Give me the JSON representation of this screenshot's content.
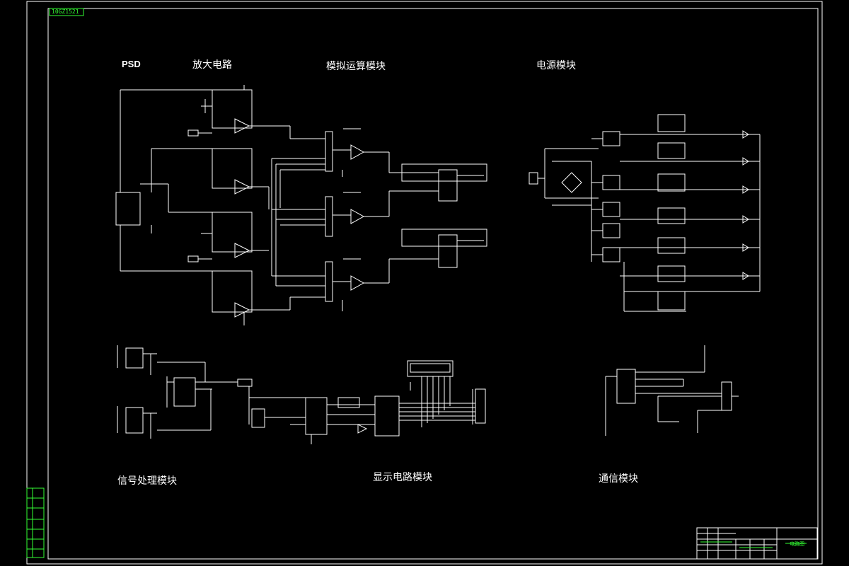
{
  "drawing": {
    "code_tag": "10GZ1521",
    "labels": {
      "psd": "PSD",
      "amplifier": "放大电路",
      "analog_calc": "模拟运算模块",
      "power": "电源模块",
      "signal_proc": "信号处理模块",
      "display": "显示电路模块",
      "comm": "通信模块"
    },
    "title_block_name": "电路图"
  },
  "colors": {
    "background": "#000000",
    "wire": "#ffffff",
    "frame_green": "#33ff33"
  }
}
